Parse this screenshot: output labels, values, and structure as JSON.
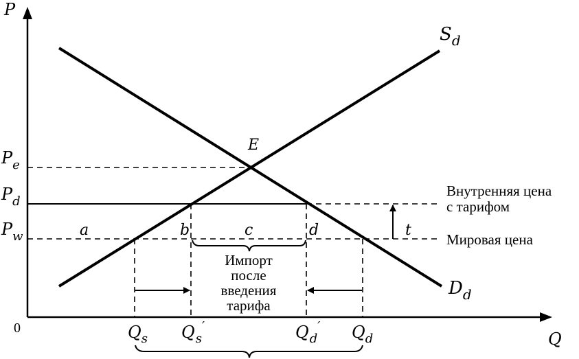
{
  "axes": {
    "y_label": "P",
    "x_label": "Q",
    "origin": "0"
  },
  "curves": {
    "supply": {
      "label": "S",
      "sub": "d"
    },
    "demand": {
      "label": "D",
      "sub": "d"
    }
  },
  "equilibrium": "E",
  "price_levels": {
    "pe": {
      "label": "P",
      "sub": "e"
    },
    "pd": {
      "label": "P",
      "sub": "d"
    },
    "pw": {
      "label": "P",
      "sub": "w"
    }
  },
  "price_labels": {
    "domestic_line1": "Внутренняя цена",
    "domestic_line2": "с тарифом",
    "world": "Мировая цена"
  },
  "area_letters": {
    "a": "a",
    "b": "b",
    "c": "c",
    "d": "d"
  },
  "tariff": "t",
  "imports_text": [
    "Импорт",
    "после",
    "введения",
    "тарифа"
  ],
  "quantities": {
    "qs": {
      "label": "Q",
      "sub": "s"
    },
    "qs_prime": {
      "label": "Q",
      "sub": "s",
      "prime": "′"
    },
    "qd_prime": {
      "label": "Q",
      "sub": "d",
      "prime": "′"
    },
    "qd": {
      "label": "Q",
      "sub": "d"
    }
  }
}
